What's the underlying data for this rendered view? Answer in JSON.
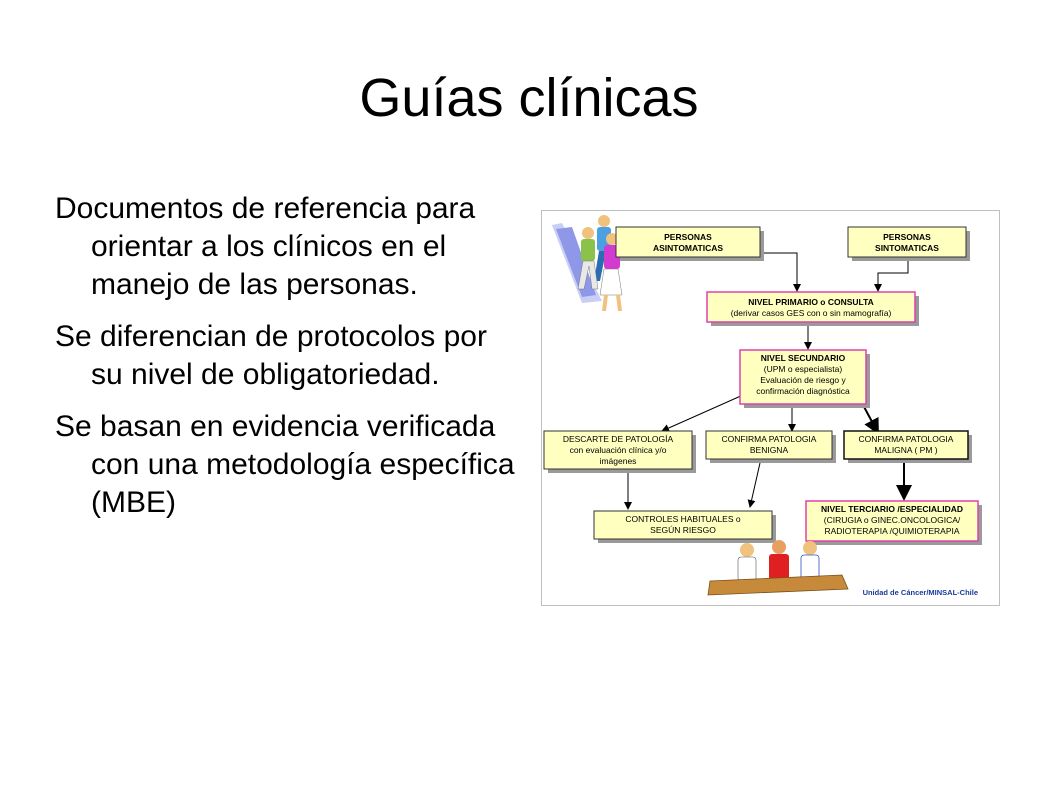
{
  "slide": {
    "title": "Guías clínicas",
    "bullets": [
      "Documentos de referencia para orientar a los clínicos en el manejo de las personas.",
      "Se diferencian de protocolos por su nivel de obligatoriedad.",
      "Se basan en evidencia verificada con una metodología específica (MBE)"
    ]
  },
  "diagram": {
    "colors": {
      "box_fill": "#ffffc0",
      "box_border": "#333333",
      "pink_border": "#e040b0",
      "shadow": "#9a9a9a",
      "credit": "#1a3a9c"
    },
    "boxes": {
      "asintomaticas": [
        "PERSONAS",
        "ASINTOMATICAS"
      ],
      "sintomaticas": [
        "PERSONAS",
        "SINTOMATICAS"
      ],
      "primario": [
        "NIVEL PRIMARIO o CONSULTA",
        "(derivar casos GES con o sin mamografía)"
      ],
      "secundario": [
        "NIVEL SECUNDARIO",
        "(UPM o especialista)",
        "Evaluación de riesgo y",
        "confirmación diagnóstica"
      ],
      "descarte": [
        "DESCARTE DE PATOLOGÍA",
        "con evaluación clínica y/o",
        "imágenes"
      ],
      "benigna": [
        "CONFIRMA PATOLOGIA",
        "BENIGNA"
      ],
      "maligna": [
        "CONFIRMA PATOLOGIA",
        "MALIGNA ( PM )"
      ],
      "controles": [
        "CONTROLES HABITUALES o",
        "SEGÚN RIESGO"
      ],
      "terciario": [
        "NIVEL TERCIARIO /ESPECIALIDAD",
        "(CIRUGIA o GINEC.ONCOLOGICA/",
        "RADIOTERAPIA /QUIMIOTERAPIA"
      ]
    },
    "credit": "Unidad de Cáncer/MINSAL-Chile"
  }
}
